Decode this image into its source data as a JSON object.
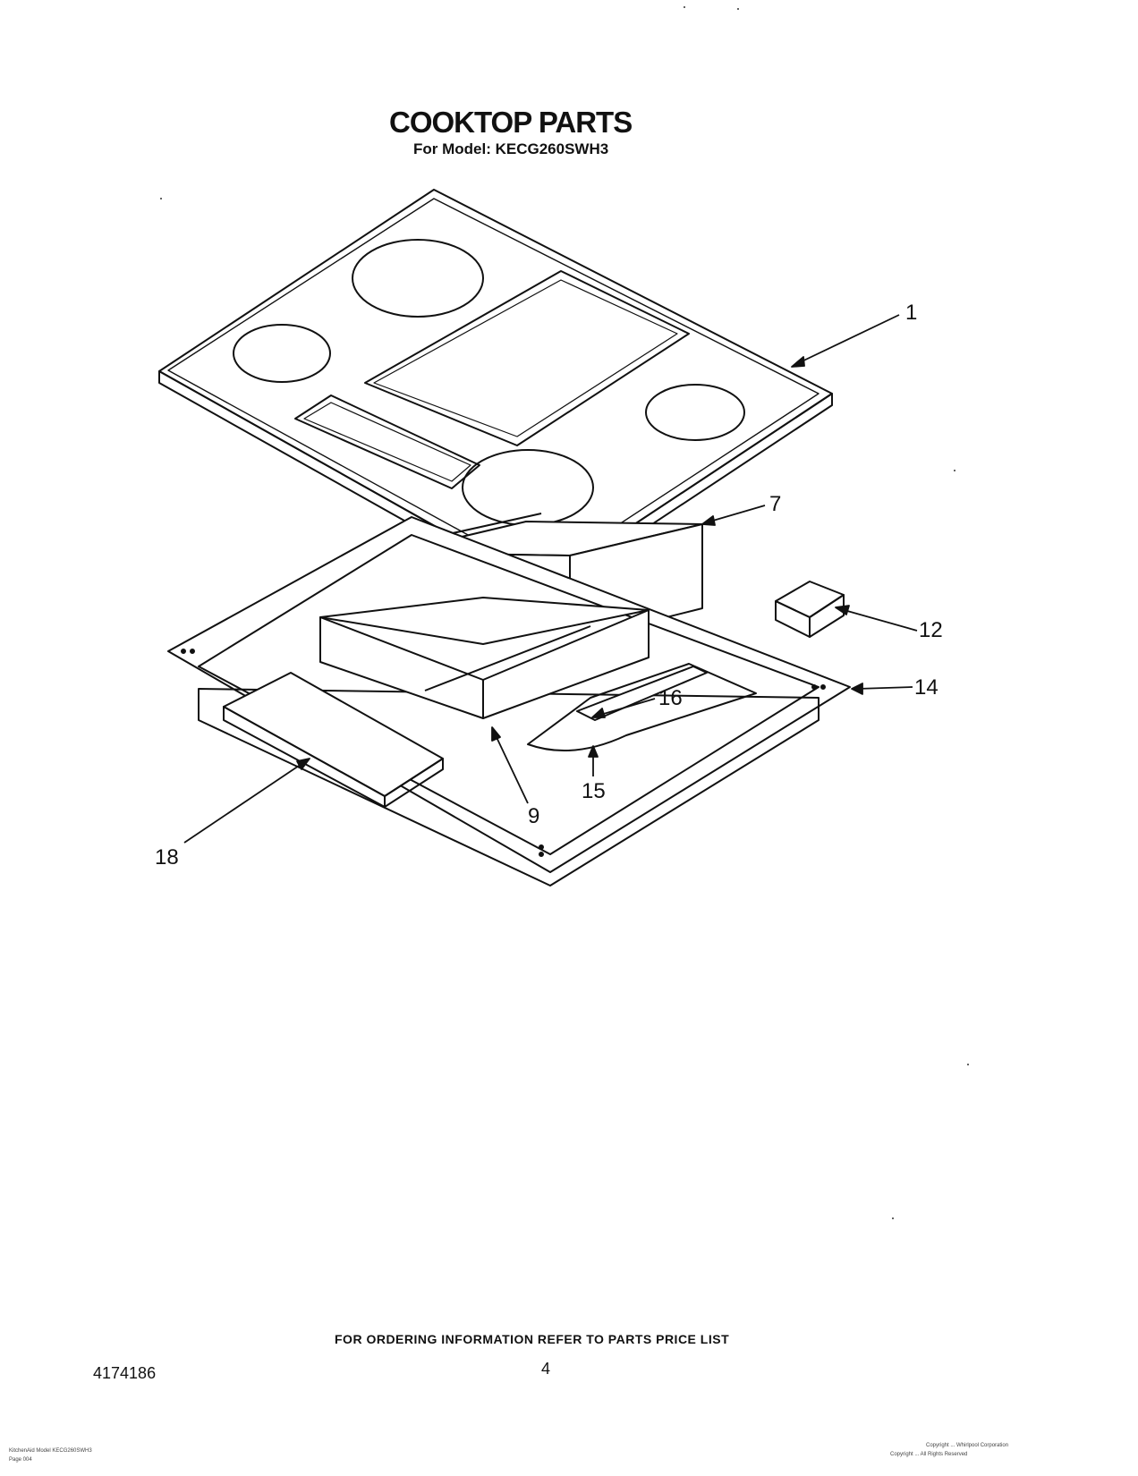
{
  "header": {
    "title": "COOKTOP PARTS",
    "subtitle": "For Model: KECG260SWH3"
  },
  "callouts": [
    "1",
    "7",
    "12",
    "14",
    "16",
    "15",
    "9",
    "18"
  ],
  "footer": {
    "ordering_note": "FOR ORDERING INFORMATION REFER TO PARTS PRICE LIST",
    "document_number": "4174186",
    "page_number": "4",
    "source_line_1": "KitchenAid Model KECG260SWH3",
    "source_line_2": "Page 004",
    "copyright_1": "Copyright ... Whirlpool Corporation",
    "copyright_2": "Copyright ... All Rights Reserved"
  }
}
